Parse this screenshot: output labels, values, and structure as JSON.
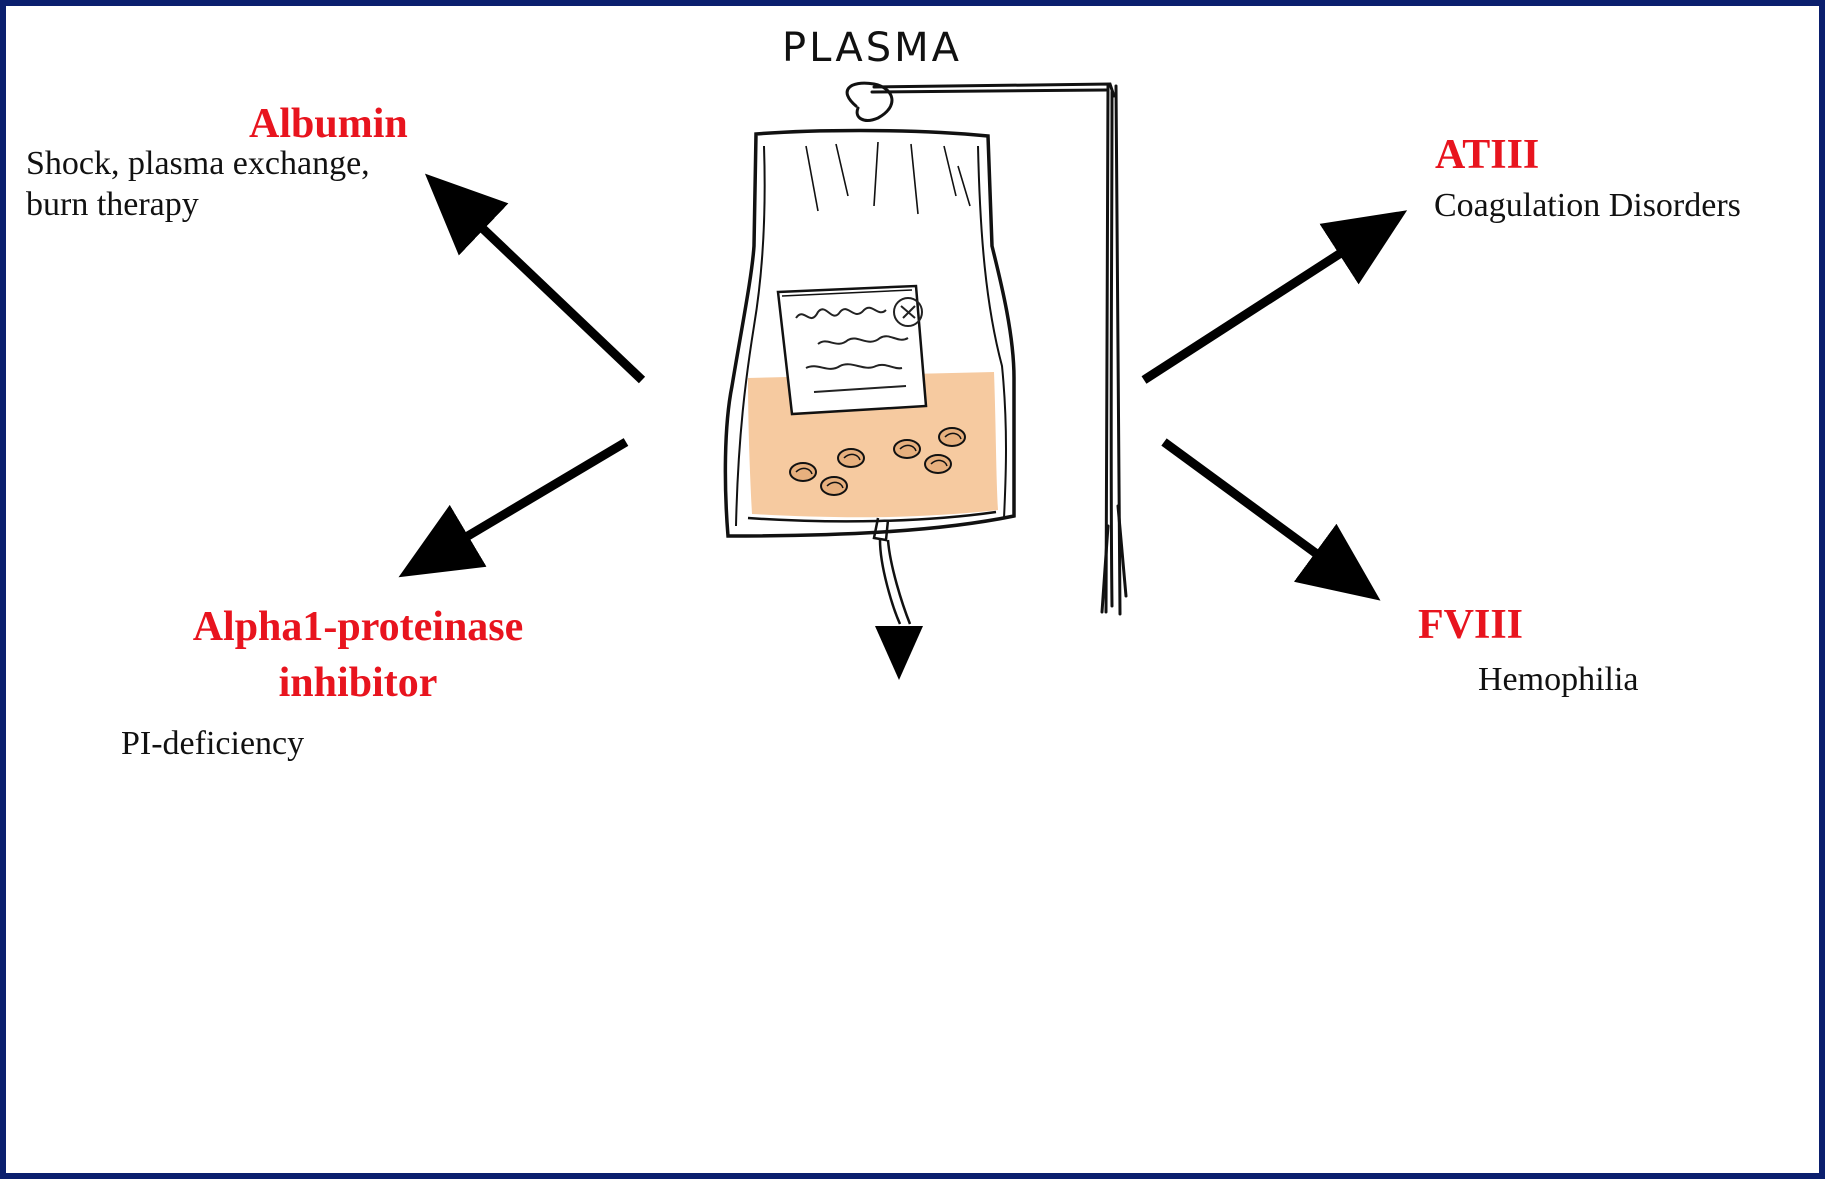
{
  "plasma_label": "PLASMA",
  "products": {
    "albumin": {
      "name": "Albumin",
      "uses": [
        "Shock, plasma exchange,",
        "burn therapy"
      ]
    },
    "alpha1": {
      "name_line1": "Alpha1-proteinase",
      "name_line2": "inhibitor",
      "uses": "PI-deficiency"
    },
    "atiii": {
      "name": "ATIII",
      "uses": "Coagulation Disorders"
    },
    "fviii": {
      "name": "FVIII",
      "uses": "Hemophilia"
    }
  },
  "colors": {
    "frame": "#0b1f6e",
    "product_name": "#e8141e",
    "plasma_fill": "#f6caa0",
    "text": "#111111"
  }
}
